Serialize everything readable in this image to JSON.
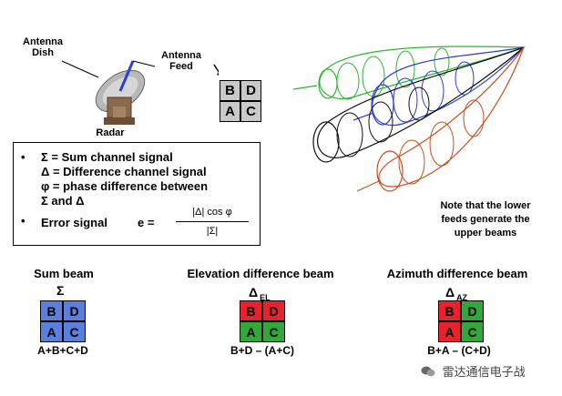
{
  "top_labels": {
    "antenna_dish": "Antenna Dish",
    "antenna_feed": "Antenna Feed",
    "radar": "Radar"
  },
  "feed_grid": [
    "B",
    "D",
    "A",
    "C"
  ],
  "info": {
    "bullet": "•",
    "line1": "Σ = Sum channel signal",
    "line2": "Δ = Difference channel signal",
    "line3": "φ = phase difference between",
    "line4": "Σ and Δ",
    "error_label": "Error signal",
    "e_eq": "e =",
    "numerator": "|Δ| cos φ",
    "denominator": "|Σ|"
  },
  "note": "Note that the lower feeds generate the upper beams",
  "beams": {
    "sum": {
      "title": "Sum beam",
      "symbol": "Σ",
      "formula": "A+B+C+D"
    },
    "elevation": {
      "title": "Elevation difference beam",
      "symbol": "Δ",
      "subscript": "EL",
      "formula": "B+D – (A+C)"
    },
    "azimuth": {
      "title": "Azimuth difference beam",
      "symbol": "Δ",
      "subscript": "AZ",
      "formula": "B+A – (C+D)"
    }
  },
  "watermark": "雷达通信电子战",
  "colors": {
    "beam_green": "#2fb52f",
    "beam_blue": "#2a3fd6",
    "beam_black": "#111111",
    "beam_orange": "#c8501e",
    "cell_blue": "#5b7fdc",
    "cell_red": "#e8222b",
    "cell_green": "#32a83a",
    "cell_gray": "#c9c9c9"
  }
}
